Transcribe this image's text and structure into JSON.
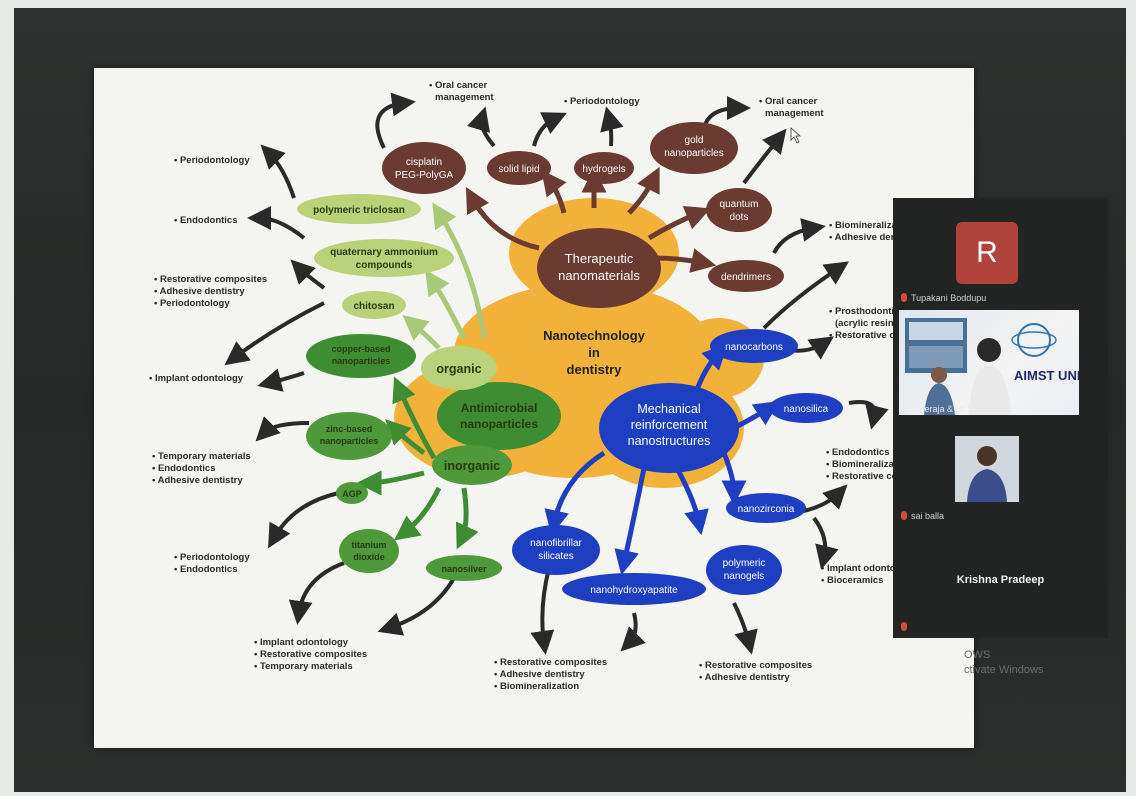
{
  "slide": {
    "center_title_line1": "Nanotechnology",
    "center_title_line2": "in",
    "center_title_line3": "dentistry",
    "therapeutic_line1": "Therapeutic",
    "therapeutic_line2": "nanomaterials",
    "mechanical_line1": "Mechanical",
    "mechanical_line2": "reinforcement",
    "mechanical_line3": "nanostructures",
    "antimicrobial_line1": "Antimicrobial",
    "antimicrobial_line2": "nanoparticles",
    "organic": "organic",
    "inorganic": "inorganic",
    "cisplatin_line1": "cisplatin",
    "cisplatin_line2": "PEG-PolyGA",
    "solid_lipid": "solid lipid",
    "hydrogels": "hydrogels",
    "gold_line1": "gold",
    "gold_line2": "nanoparticles",
    "quantum_line1": "quantum",
    "quantum_line2": "dots",
    "dendrimers": "dendrimers",
    "nanocarbons": "nanocarbons",
    "nanosilica": "nanosilica",
    "nanozirconia": "nanozirconia",
    "nanofibrillar_line1": "nanofibrillar",
    "nanofibrillar_line2": "silicates",
    "nanohydroxyapatite": "nanohydroxyapatite",
    "polymeric_nanogels_line1": "polymeric",
    "polymeric_nanogels_line2": "nanogels",
    "polymeric_triclosan": "polymeric triclosan",
    "quaternary_line1": "quaternary ammonium",
    "quaternary_line2": "compounds",
    "chitosan": "chitosan",
    "copper_line1": "copper-based",
    "copper_line2": "nanoparticles",
    "zinc_line1": "zinc-based",
    "zinc_line2": "nanoparticles",
    "agnp": "AGP",
    "titanium_line1": "titanium",
    "titanium_line2": "dioxide",
    "nanosilver": "nanosilver",
    "b_oral1_l1": "• Oral cancer",
    "b_oral1_l2": "management",
    "b_perio_top": "• Periodontology",
    "b_oral2_l1": "• Oral cancer",
    "b_oral2_l2": "management",
    "b_perio_left": "• Periodontology",
    "b_endo_left": "• Endodontics",
    "b_chit_1": "• Restorative composites",
    "b_chit_2": "• Adhesive dentistry",
    "b_chit_3": "• Periodontology",
    "b_implant_left": "• Implant odontology",
    "b_zinc_1": "• Temporary materials",
    "b_zinc_2": "• Endodontics",
    "b_zinc_3": "• Adhesive dentistry",
    "b_agnp_1": "• Periodontology",
    "b_agnp_2": "• Endodontics",
    "b_ns_1": "• Implant odontology",
    "b_ns_2": "• Restorative composites",
    "b_ns_3": "• Temporary materials",
    "b_hap_1": "• Restorative composites",
    "b_hap_2": "• Adhesive dentistry",
    "b_hap_3": "• Biomineralization",
    "b_ng_1": "• Restorative composites",
    "b_ng_2": "• Adhesive dentistry",
    "b_dend_1": "• Biomineralization",
    "b_dend_2": "• Adhesive dentistry",
    "b_nc_1": "• Prosthodontics",
    "b_nc_2": "(acrylic resins)",
    "b_nc_3": "• Restorative composites",
    "b_si_1": "• Endodontics",
    "b_si_2": "• Biomineralization",
    "b_si_3": "• Restorative composites",
    "b_zr_1": "• Implant odontology",
    "b_zr_2": "• Bioceramics"
  },
  "participants": {
    "avatar_initial": "R",
    "p1_name": "Tupakani Boddupu",
    "p2_name": "Dr Neeraja & Dr Durga",
    "p2_logo": "AIMST UNIVERSITY",
    "p3_name": "sai balla",
    "p4_name": "Krishna Pradeep"
  },
  "ghost_text": {
    "line1": "OWS",
    "line2": "ctivate Windows"
  },
  "colors": {
    "therapeutic": "#6b3a30",
    "mechanical": "#1f3fc2",
    "antimicrobial": "#4e9a3a",
    "organic": "#b9d27a",
    "center": "#f2b23a"
  }
}
